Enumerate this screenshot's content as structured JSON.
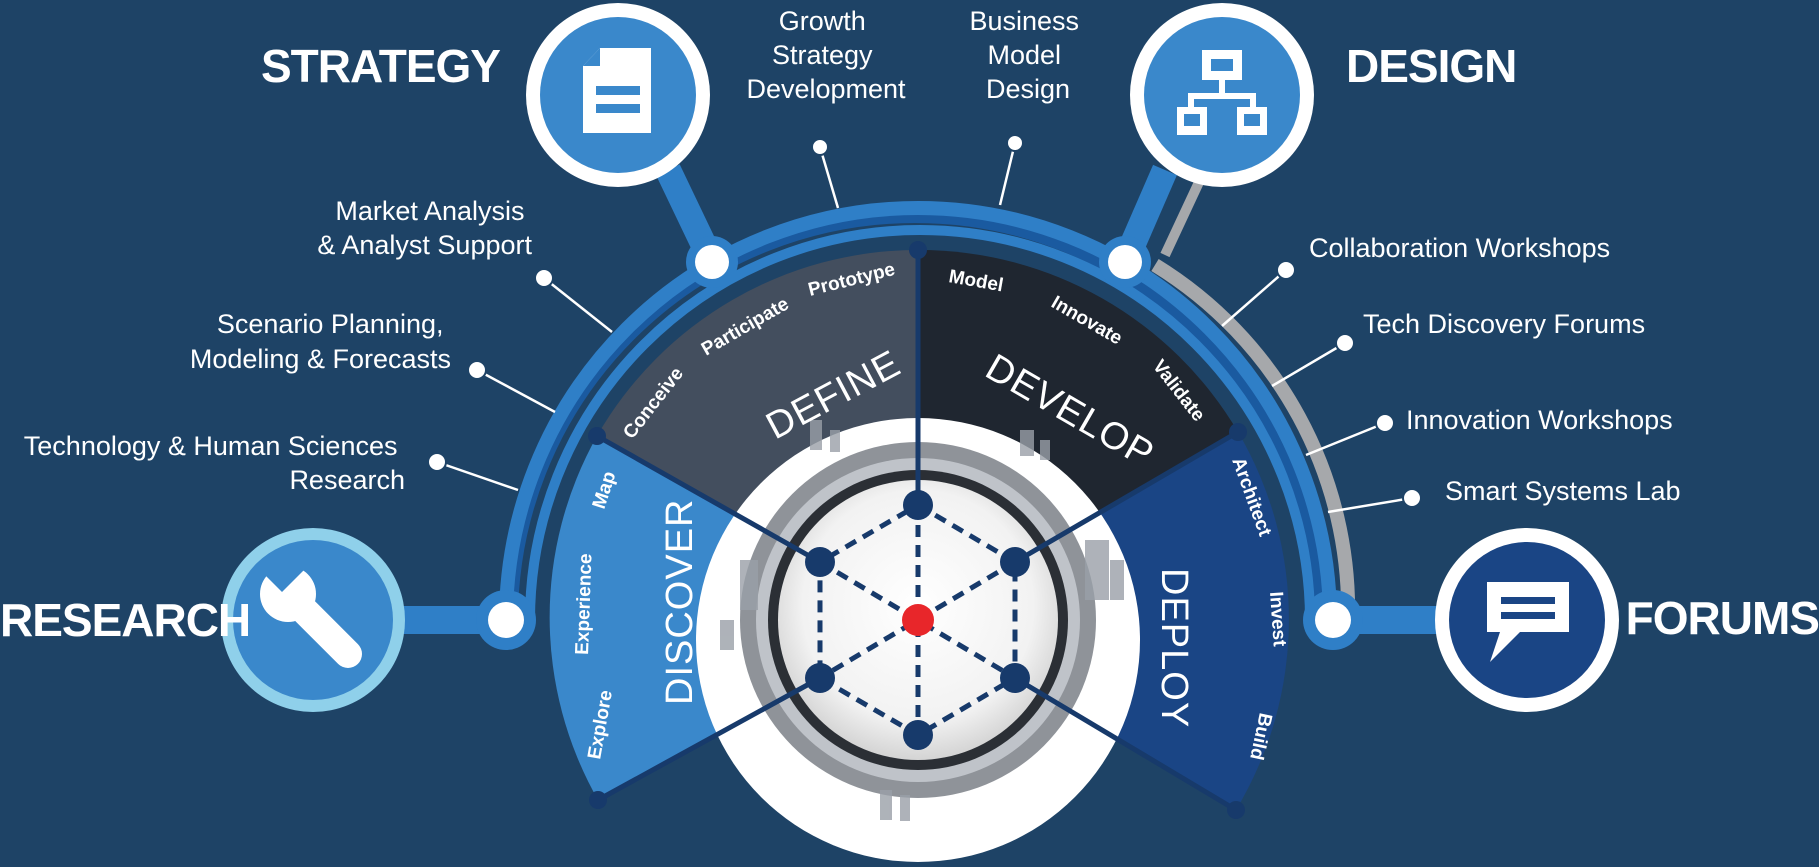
{
  "hubs": {
    "strategy": "STRATEGY",
    "design": "DESIGN",
    "research": "RESEARCH",
    "forums": "FORUMS"
  },
  "labels": {
    "growth": [
      "Growth",
      "Strategy",
      "Development"
    ],
    "business": [
      "Business",
      "Model",
      "Design"
    ],
    "market": [
      "Market Analysis",
      "& Analyst Support"
    ],
    "scenario": [
      "Scenario Planning,",
      "Modeling & Forecasts"
    ],
    "tech": [
      "Technology & Human Sciences",
      "Research"
    ],
    "collab": "Collaboration Workshops",
    "discovery": "Tech Discovery Forums",
    "innovation": "Innovation Workshops",
    "smart": "Smart Systems Lab"
  },
  "phases": {
    "discover": {
      "name": "DISCOVER",
      "steps": [
        "Explore",
        "Experience",
        "Map"
      ]
    },
    "define": {
      "name": "DEFINE",
      "steps": [
        "Conceive",
        "Participate",
        "Prototype"
      ]
    },
    "develop": {
      "name": "DEVELOP",
      "steps": [
        "Model",
        "Innovate",
        "Validate"
      ]
    },
    "deploy": {
      "name": "DEPLOY",
      "steps": [
        "Architect",
        "Invest",
        "Build"
      ]
    }
  },
  "icons": {
    "strategy": "document-icon",
    "design": "org-chart-icon",
    "research": "wrench-icon",
    "forums": "chat-bubble-icon"
  },
  "colors": {
    "background": "#1e4366",
    "discover": "#3a88cb",
    "define": "#434e5e",
    "develop": "#1f2630",
    "deploy": "#1a4585",
    "ring": "#2f7fc7",
    "center": "#e8262a"
  }
}
